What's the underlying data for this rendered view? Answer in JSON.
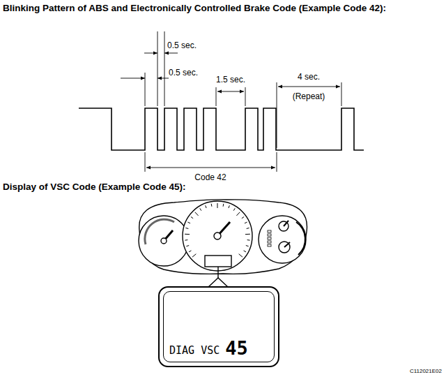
{
  "diagram": {
    "title": "Blinking Pattern of ABS and Electronically Controlled Brake Code (Example Code 42):",
    "nodes": [
      {
        "text": [
          "DIAG VSC",
          "45"
        ]
      }
    ],
    "labels": [
      "0.5 sec.",
      "0.5 sec.",
      "1.5 sec.",
      "4 sec.",
      "(Repeat)",
      "Code 42",
      "Display of VSC Code (Example Code 45):",
      "C112021E02"
    ]
  }
}
